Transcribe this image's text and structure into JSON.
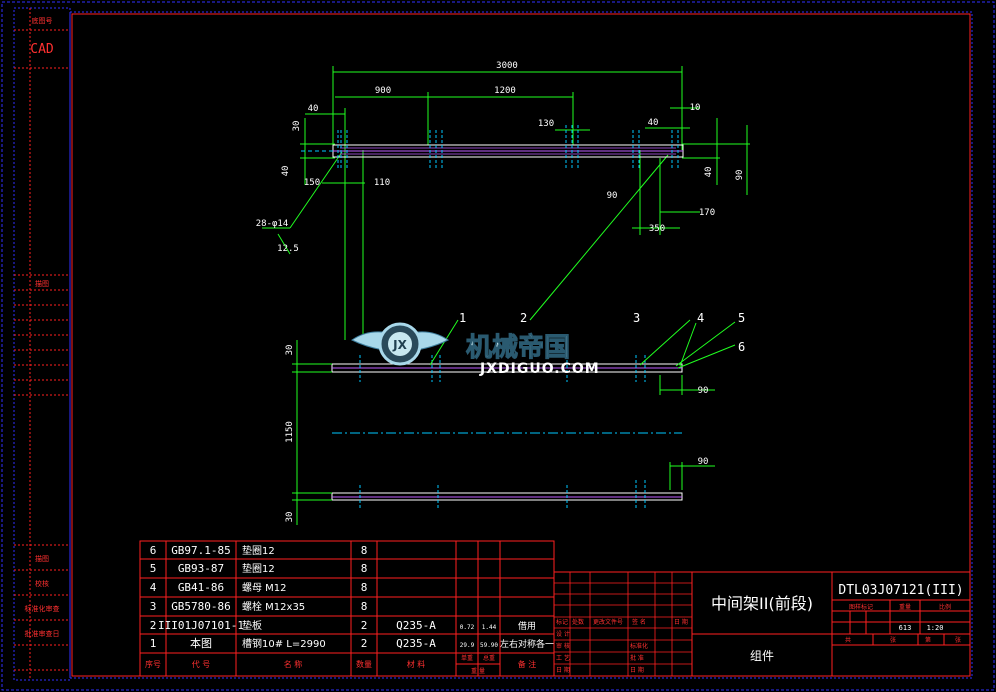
{
  "colors": {
    "background": "#000000",
    "frame": "#ff2020",
    "border": "#3030ff",
    "dimension": "#20ff20",
    "part": "#ffffff",
    "centerline": "#00c8ff",
    "text": "#ffffff"
  },
  "left_strip": {
    "top_label": "底图号",
    "cad_label": "CAD",
    "mid_label": "描图",
    "labels_bottom": [
      "描图",
      "校核",
      "标准化审查",
      "批准审查日"
    ]
  },
  "dimensions": {
    "overall": "3000",
    "d900": "900",
    "d1200": "1200",
    "d130": "130",
    "d40_left": "40",
    "d40_right": "40",
    "d10": "10",
    "d30_top": "30",
    "d40_side": "40",
    "d150": "150",
    "d110": "110",
    "holes": "28-φ14",
    "hole_sub": "12.5",
    "d90_top": "90",
    "d40_r": "40",
    "d90_r": "90",
    "d170": "170",
    "d350": "350",
    "d30_mid": "30",
    "d90_mid": "90",
    "d1150": "1150",
    "d90_low": "90",
    "d30_bot": "30"
  },
  "balloons": [
    "1",
    "2",
    "3",
    "4",
    "5",
    "6"
  ],
  "watermark": {
    "badge": "JX",
    "cn": "机械帝国",
    "en": "JXDIGUO.COM"
  },
  "bom": {
    "rows": [
      {
        "no": "6",
        "code": "GB97.1-85",
        "name": "垫圈12",
        "qty": "8",
        "mat": "",
        "w1": "",
        "w2": "",
        "note": ""
      },
      {
        "no": "5",
        "code": "GB93-87",
        "name": "垫圈12",
        "qty": "8",
        "mat": "",
        "w1": "",
        "w2": "",
        "note": ""
      },
      {
        "no": "4",
        "code": "GB41-86",
        "name": "螺母 M12",
        "qty": "8",
        "mat": "",
        "w1": "",
        "w2": "",
        "note": ""
      },
      {
        "no": "3",
        "code": "GB5780-86",
        "name": "螺栓 M12x35",
        "qty": "8",
        "mat": "",
        "w1": "",
        "w2": "",
        "note": ""
      },
      {
        "no": "2",
        "code": "III01J07101-1",
        "name": "垫板",
        "qty": "2",
        "mat": "Q235-A",
        "w1": "0.72",
        "w2": "1.44",
        "note": "借用"
      },
      {
        "no": "1",
        "code": "本图",
        "name": "槽钢10# L=2990",
        "qty": "2",
        "mat": "Q235-A",
        "w1": "29.9",
        "w2": "59.90",
        "note": "左右对称各一"
      }
    ],
    "header": {
      "no": "序号",
      "code": "代 号",
      "name": "名 称",
      "qty": "数量",
      "mat": "材 料",
      "w1": "单重",
      "w2": "总重",
      "sub": "重 量",
      "note": "备 注"
    }
  },
  "title_block": {
    "title": "中间架II(前段)",
    "drawing_no": "DTL03J07121(III)",
    "type": "组件",
    "scale": "1:20",
    "mass": "613",
    "header_cells": [
      "图样标记",
      "重量",
      "比例"
    ],
    "footer_cells": [
      "共",
      "张",
      "第",
      "张"
    ],
    "sign_rows": [
      "标记",
      "设 计",
      "审 核",
      "工 艺",
      "日 期"
    ],
    "sign_cols": [
      "处数",
      "更改文件号",
      "签 名",
      "日 期"
    ],
    "approve_rows": [
      "标准化",
      "批 准",
      "日 期"
    ]
  }
}
